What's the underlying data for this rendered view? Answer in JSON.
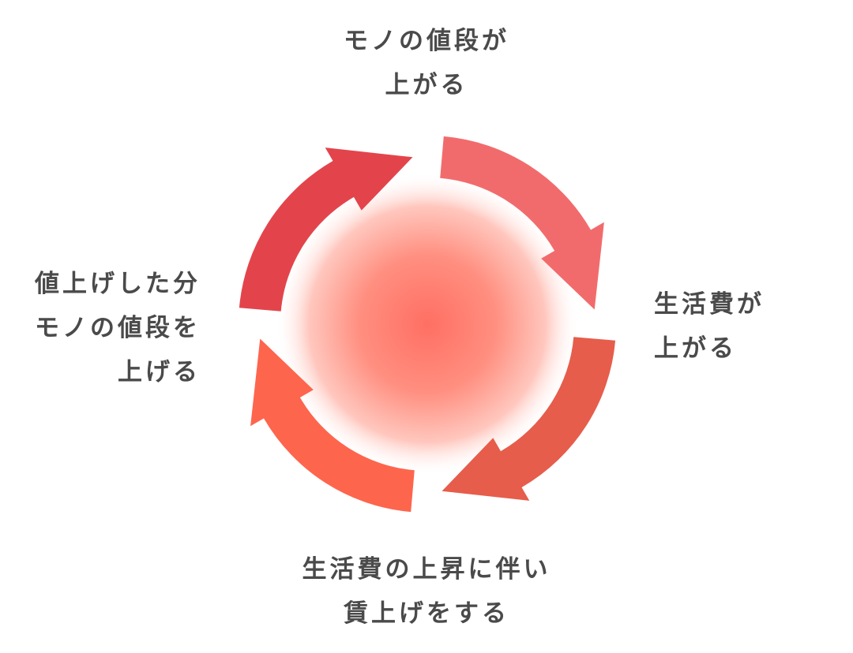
{
  "colors": {
    "arrow_top_left": "#e3444b",
    "arrow_top_right": "#f26b6c",
    "arrow_bottom_right": "#e65d4b",
    "arrow_bottom_left": "#fe654d",
    "center_glow": "#ff6f63",
    "label_text": "#4a4a4a"
  },
  "labels": {
    "top": [
      "モノの値段が",
      "上がる"
    ],
    "right": [
      "生活費が",
      "上がる"
    ],
    "bottom": [
      "生活費の上昇に伴い",
      "賃上げをする"
    ],
    "left": [
      "値上げした分",
      "モノの値段を",
      "上げる"
    ]
  }
}
